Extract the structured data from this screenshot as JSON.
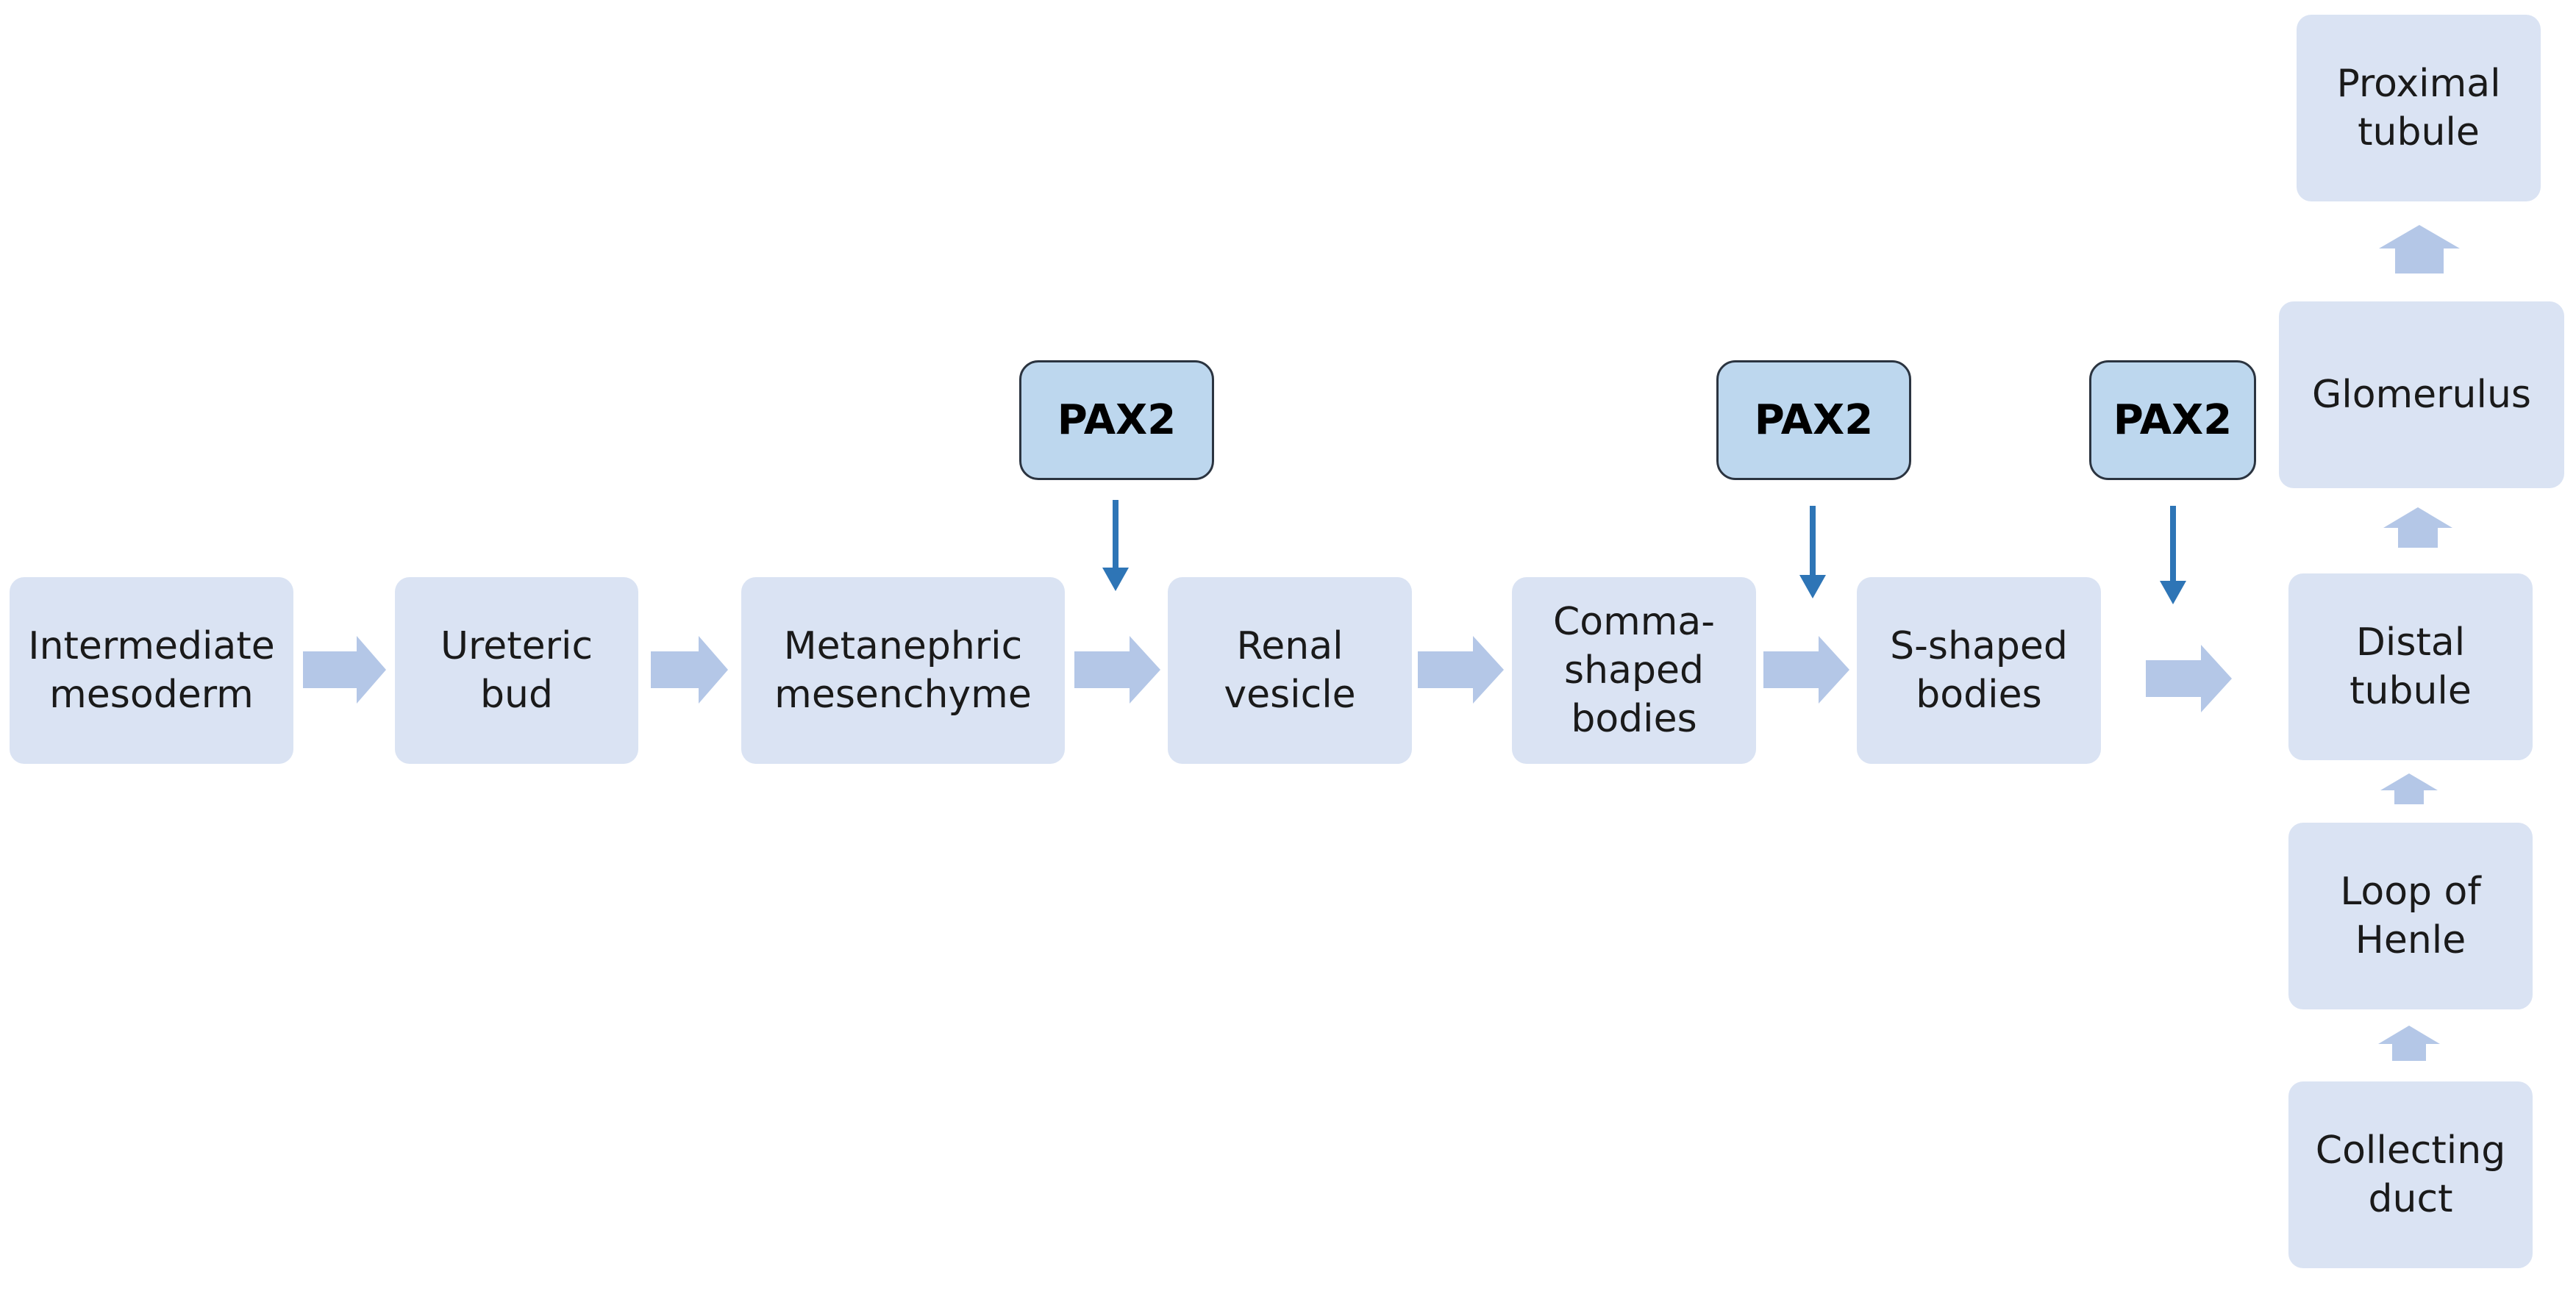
{
  "colors": {
    "node_fill": "#dae3f3",
    "flow_arrow": "#b4c7e7",
    "marker_fill": "#bdd7ee",
    "marker_border": "#2b3440",
    "marker_arrow": "#2e75b6"
  },
  "nodes": {
    "intermediate_mesoderm": [
      "Intermediate",
      "mesoderm"
    ],
    "ureteric_bud": [
      "Ureteric",
      "bud"
    ],
    "metanephric_mesenchyme": [
      "Metanephric",
      "mesenchyme"
    ],
    "renal_vesicle": [
      "Renal",
      "vesicle"
    ],
    "comma_shaped_bodies": [
      "Comma-",
      "shaped",
      "bodies"
    ],
    "s_shaped_bodies": [
      "S-shaped",
      "bodies"
    ],
    "proximal_tubule": [
      "Proximal",
      "tubule"
    ],
    "glomerulus": [
      "Glomerulus"
    ],
    "distal_tubule": [
      "Distal",
      "tubule"
    ],
    "loop_of_henle": [
      "Loop of",
      "Henle"
    ],
    "collecting_duct": [
      "Collecting",
      "duct"
    ]
  },
  "markers": {
    "pax2_1": "PAX2",
    "pax2_2": "PAX2",
    "pax2_3": "PAX2"
  }
}
